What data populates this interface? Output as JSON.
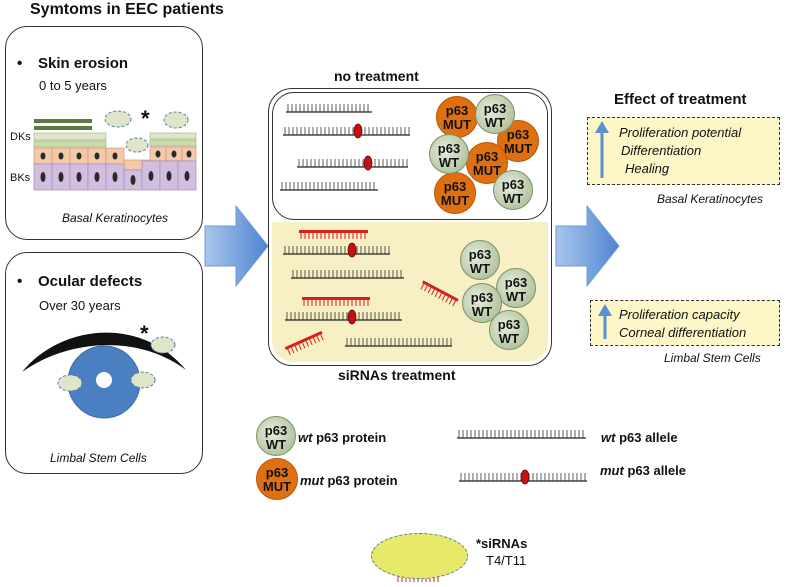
{
  "left_title": "Symtoms in EEC patients",
  "skin_panel": {
    "bullet": "•",
    "title": "Skin erosion",
    "age": "0 to 5 years",
    "star": "*",
    "dks_label": "DKs",
    "bks_label": "BKs",
    "caption": "Basal Keratinocytes"
  },
  "ocular_panel": {
    "bullet": "•",
    "title": "Ocular defects",
    "age": "Over 30 years",
    "star": "*",
    "caption": "Limbal Stem Cells"
  },
  "center": {
    "no_treatment_label": "no treatment",
    "sirna_treatment_label": "siRNAs treatment",
    "bubble_line1_p63": "p63",
    "mut_label": "MUT",
    "wt_label": "WT"
  },
  "effect": {
    "title": "Effect of treatment",
    "box1_lines": [
      "Proliferation potential",
      "Differentiation",
      "Healing"
    ],
    "box1_caption": "Basal Keratinocytes",
    "box2_lines": [
      "Proliferation capacity",
      "Corneal differentiation"
    ],
    "box2_caption": "Limbal Stem Cells"
  },
  "legend": {
    "wt_protein_prefix": "wt",
    "wt_protein_text": " p63 protein",
    "mut_protein_prefix": "mut",
    "mut_protein_text": " p63 protein",
    "wt_allele_prefix": "wt",
    "wt_allele_text": " p63 allele",
    "mut_allele_prefix": "mut",
    "mut_allele_text": " p63 allele",
    "sirna_title": "*siRNAs",
    "sirna_sub": "T4/T11"
  },
  "colors": {
    "mut_orange": "#e0700f",
    "wt_green": "#b8c9a4",
    "arrow_blue": "#5b8fd6",
    "yellow_box": "#fdf6c6",
    "sirna_red": "#d62020",
    "cell_pink": "#f4c9a8",
    "cell_purple": "#c9b3d6"
  },
  "icons": [
    "up-arrow-icon",
    "big-right-arrow-icon",
    "eye-icon",
    "dna-strand-icon"
  ]
}
